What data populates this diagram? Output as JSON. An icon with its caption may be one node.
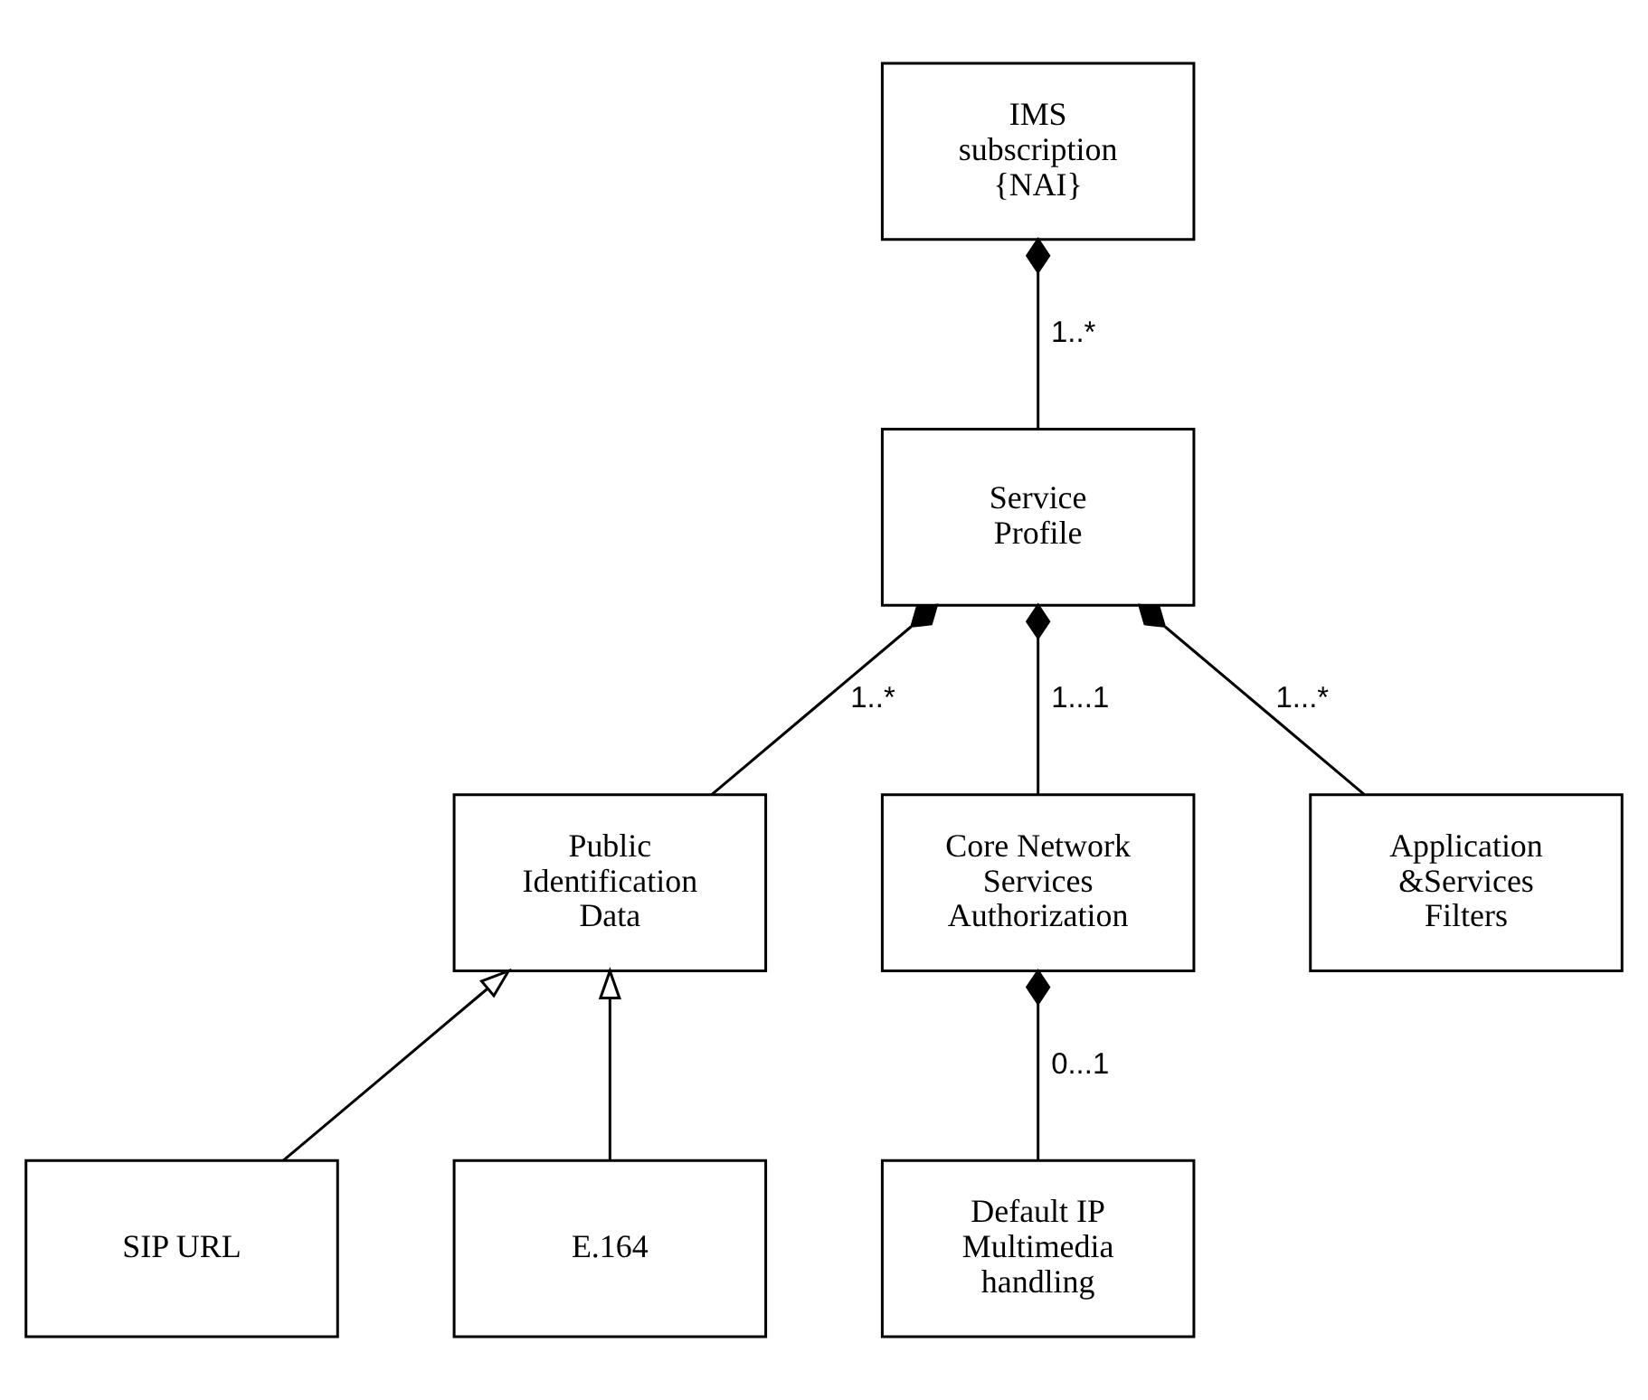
{
  "diagram": {
    "nodes": [
      {
        "text": [
          "IMS subscription {NAI}"
        ]
      },
      {
        "text": [
          "Service Profile"
        ]
      },
      {
        "text": [
          "Public Identification Data"
        ]
      },
      {
        "text": [
          "Core Network Services Authorization"
        ]
      },
      {
        "text": [
          "Application &Services Filters"
        ]
      },
      {
        "text": [
          "SIP URL"
        ]
      },
      {
        "text": [
          "E.164"
        ]
      },
      {
        "text": [
          "Default IP Multimedia handling"
        ]
      }
    ],
    "edges": [
      {
        "from": 0,
        "to": 1,
        "arrow": "other",
        "label": "1..*"
      },
      {
        "from": 1,
        "to": 2,
        "arrow": "other",
        "label": "1..*"
      },
      {
        "from": 1,
        "to": 3,
        "arrow": "other",
        "label": "1...1"
      },
      {
        "from": 1,
        "to": 4,
        "arrow": "other",
        "label": "1...*"
      },
      {
        "from": 5,
        "to": 2,
        "arrow": "to"
      },
      {
        "from": 6,
        "to": 2,
        "arrow": "to"
      },
      {
        "from": 3,
        "to": 7,
        "arrow": "other",
        "label": "0...1"
      }
    ]
  }
}
